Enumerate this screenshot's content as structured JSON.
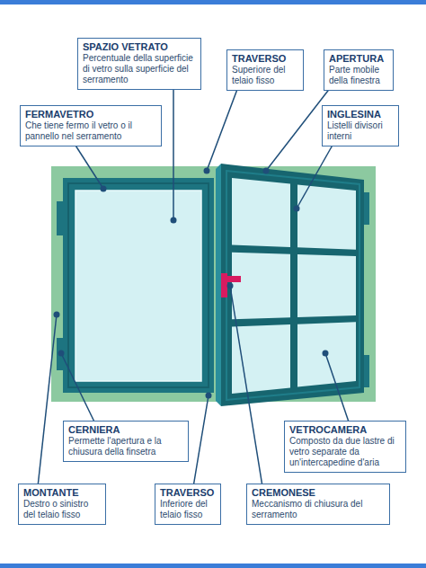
{
  "diagram": {
    "nodes": [
      {
        "text": [
          "SPAZIO VETRATO",
          "Percentuale della superficie di vetro sulla superficie del serramento"
        ]
      },
      {
        "text": [
          "TRAVERSO",
          "Superiore del telaio fisso"
        ]
      },
      {
        "text": [
          "APERTURA",
          "Parte mobile della finestra"
        ]
      },
      {
        "text": [
          "FERMAVETRO",
          "Che tiene fermo il vetro o il pannello nel serramento"
        ]
      },
      {
        "text": [
          "INGLESINA",
          "Listelli divisori interni"
        ]
      },
      {
        "text": [
          "CERNIERA",
          "Permette l'apertura e la chiusura della finsetra"
        ]
      },
      {
        "text": [
          "VETROCAMERA",
          "Composto da due lastre di vetro separate da un'intercapedine d'aria"
        ]
      },
      {
        "text": [
          "MONTANTE",
          "Destro o sinistro del telaio fisso"
        ]
      },
      {
        "text": [
          "TRAVERSO",
          "Inferiore del telaio fisso"
        ]
      },
      {
        "text": [
          "CREMONESE",
          "Meccanismo di chiusura del serramento"
        ]
      }
    ]
  }
}
